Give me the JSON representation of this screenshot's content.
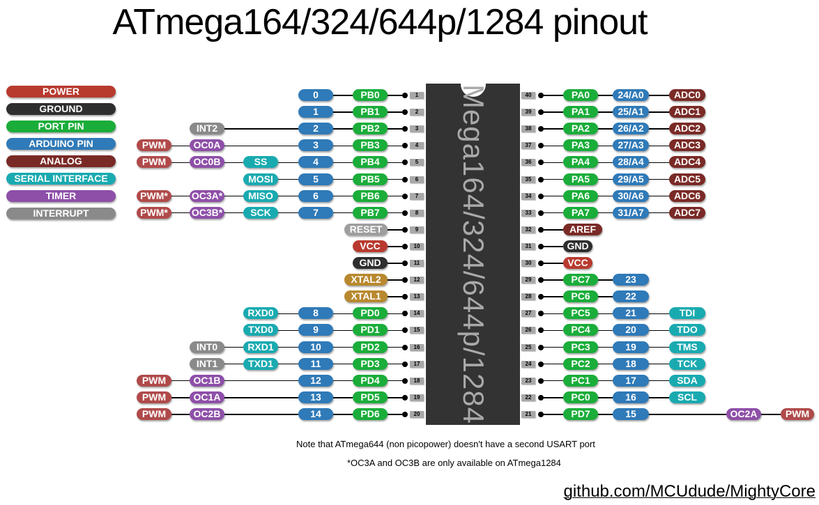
{
  "title": "ATmega164/324/644p/1284 pinout",
  "chip_label": "Mega164/324/644p/1284",
  "colors": {
    "power": "#b83a2f",
    "ground": "#2e2e2e",
    "port": "#1aad3a",
    "arduino": "#2f7ab8",
    "analog": "#7a2a26",
    "serial": "#19aab0",
    "timer": "#8e4fa8",
    "interrupt": "#8a8a8a",
    "pwm": "#b04a4a",
    "xtal": "#b8892e",
    "reset": "#9e9e9e"
  },
  "legend": [
    {
      "label": "POWER",
      "kind": "power"
    },
    {
      "label": "GROUND",
      "kind": "ground"
    },
    {
      "label": "PORT PIN",
      "kind": "port"
    },
    {
      "label": "ARDUINO PIN",
      "kind": "arduino"
    },
    {
      "label": "ANALOG",
      "kind": "analog"
    },
    {
      "label": "SERIAL INTERFACE",
      "kind": "serial"
    },
    {
      "label": "TIMER",
      "kind": "timer"
    },
    {
      "label": "INTERRUPT",
      "kind": "interrupt"
    }
  ],
  "left_pins": [
    {
      "pin": "1",
      "port": "PB0",
      "arduino": "0"
    },
    {
      "pin": "2",
      "port": "PB1",
      "arduino": "1"
    },
    {
      "pin": "3",
      "port": "PB2",
      "arduino": "2",
      "interrupt": "INT2"
    },
    {
      "pin": "4",
      "port": "PB3",
      "arduino": "3",
      "timer": "OC0A",
      "pwm": "PWM"
    },
    {
      "pin": "5",
      "port": "PB4",
      "arduino": "4",
      "serial": "SS",
      "serial_overline": true,
      "timer": "OC0B",
      "pwm": "PWM"
    },
    {
      "pin": "6",
      "port": "PB5",
      "arduino": "5",
      "serial": "MOSI"
    },
    {
      "pin": "7",
      "port": "PB6",
      "arduino": "6",
      "serial": "MISO",
      "timer": "OC3A*",
      "pwm": "PWM*"
    },
    {
      "pin": "8",
      "port": "PB7",
      "arduino": "7",
      "serial": "SCK",
      "timer": "OC3B*",
      "pwm": "PWM*"
    },
    {
      "pin": "9",
      "special": "RESET",
      "special_kind": "reset",
      "special_overline": true
    },
    {
      "pin": "10",
      "special": "VCC",
      "special_kind": "power"
    },
    {
      "pin": "11",
      "special": "GND",
      "special_kind": "ground"
    },
    {
      "pin": "12",
      "special": "XTAL2",
      "special_kind": "xtal"
    },
    {
      "pin": "13",
      "special": "XTAL1",
      "special_kind": "xtal"
    },
    {
      "pin": "14",
      "port": "PD0",
      "arduino": "8",
      "serial": "RXD0"
    },
    {
      "pin": "15",
      "port": "PD1",
      "arduino": "9",
      "serial": "TXD0"
    },
    {
      "pin": "16",
      "port": "PD2",
      "arduino": "10",
      "serial": "RXD1",
      "interrupt": "INT0"
    },
    {
      "pin": "17",
      "port": "PD3",
      "arduino": "11",
      "serial": "TXD1",
      "interrupt": "INT1"
    },
    {
      "pin": "18",
      "port": "PD4",
      "arduino": "12",
      "timer": "OC1B",
      "pwm": "PWM"
    },
    {
      "pin": "19",
      "port": "PD5",
      "arduino": "13",
      "timer": "OC1A",
      "pwm": "PWM"
    },
    {
      "pin": "20",
      "port": "PD6",
      "arduino": "14",
      "timer": "OC2B",
      "pwm": "PWM"
    }
  ],
  "right_pins": [
    {
      "pin": "40",
      "port": "PA0",
      "arduino": "24/A0",
      "func": "ADC0",
      "func_kind": "analog"
    },
    {
      "pin": "39",
      "port": "PA1",
      "arduino": "25/A1",
      "func": "ADC1",
      "func_kind": "analog"
    },
    {
      "pin": "38",
      "port": "PA2",
      "arduino": "26/A2",
      "func": "ADC2",
      "func_kind": "analog"
    },
    {
      "pin": "37",
      "port": "PA3",
      "arduino": "27/A3",
      "func": "ADC3",
      "func_kind": "analog"
    },
    {
      "pin": "36",
      "port": "PA4",
      "arduino": "28/A4",
      "func": "ADC4",
      "func_kind": "analog"
    },
    {
      "pin": "35",
      "port": "PA5",
      "arduino": "29/A5",
      "func": "ADC5",
      "func_kind": "analog"
    },
    {
      "pin": "34",
      "port": "PA6",
      "arduino": "30/A6",
      "func": "ADC6",
      "func_kind": "analog"
    },
    {
      "pin": "33",
      "port": "PA7",
      "arduino": "31/A7",
      "func": "ADC7",
      "func_kind": "analog"
    },
    {
      "pin": "32",
      "special": "AREF",
      "special_kind": "analog"
    },
    {
      "pin": "31",
      "special": "GND",
      "special_kind": "ground"
    },
    {
      "pin": "30",
      "special": "VCC",
      "special_kind": "power"
    },
    {
      "pin": "29",
      "port": "PC7",
      "arduino": "23"
    },
    {
      "pin": "28",
      "port": "PC6",
      "arduino": "22"
    },
    {
      "pin": "27",
      "port": "PC5",
      "arduino": "21",
      "func": "TDI",
      "func_kind": "serial"
    },
    {
      "pin": "26",
      "port": "PC4",
      "arduino": "20",
      "func": "TDO",
      "func_kind": "serial"
    },
    {
      "pin": "25",
      "port": "PC3",
      "arduino": "19",
      "func": "TMS",
      "func_kind": "serial"
    },
    {
      "pin": "24",
      "port": "PC2",
      "arduino": "18",
      "func": "TCK",
      "func_kind": "serial"
    },
    {
      "pin": "23",
      "port": "PC1",
      "arduino": "17",
      "func": "SDA",
      "func_kind": "serial"
    },
    {
      "pin": "22",
      "port": "PC0",
      "arduino": "16",
      "func": "SCL",
      "func_kind": "serial"
    },
    {
      "pin": "21",
      "port": "PD7",
      "arduino": "15",
      "timer": "OC2A",
      "pwm": "PWM"
    }
  ],
  "notes": {
    "usart": "Note that ATmega644 (non picopower) doesn't have a second USART port",
    "oc3": "*OC3A and OC3B are only available on ATmega1284"
  },
  "link": "github.com/MCUdude/MightyCore"
}
